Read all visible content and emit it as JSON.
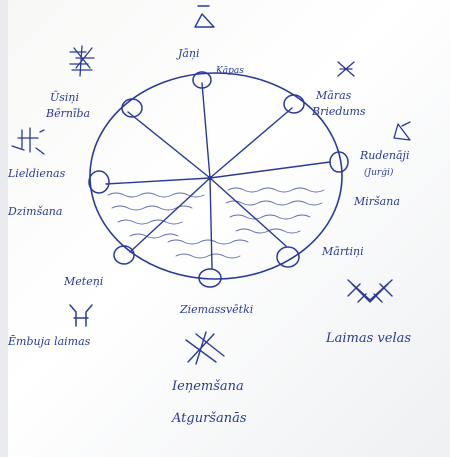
{
  "labels": {
    "top_name": "Jāņi",
    "top_sub": "Kāpas",
    "upper_right_1": "Māras",
    "upper_right_2": "Briedums",
    "right_1": "Rudenāji",
    "right_2": "(Jurģi)",
    "right_3": "Miršana",
    "lower_right": "Mārtiņi",
    "far_right": "Laimas velas",
    "bottom": "Ziemassvētki",
    "bottom_lower_1": "Ieņemšana",
    "bottom_lower_2": "Atguršanās",
    "lower_left": "Meteņi",
    "far_left_bottom": "Ēmbuja laimas",
    "left_1": "Lieldienas",
    "left_2": "Dzimšana",
    "upper_left_1": "Ūsiņi",
    "upper_left_2": "Bērnība"
  },
  "colors": {
    "ink": "#2a3a9a",
    "paper": "#fdfdfb"
  }
}
